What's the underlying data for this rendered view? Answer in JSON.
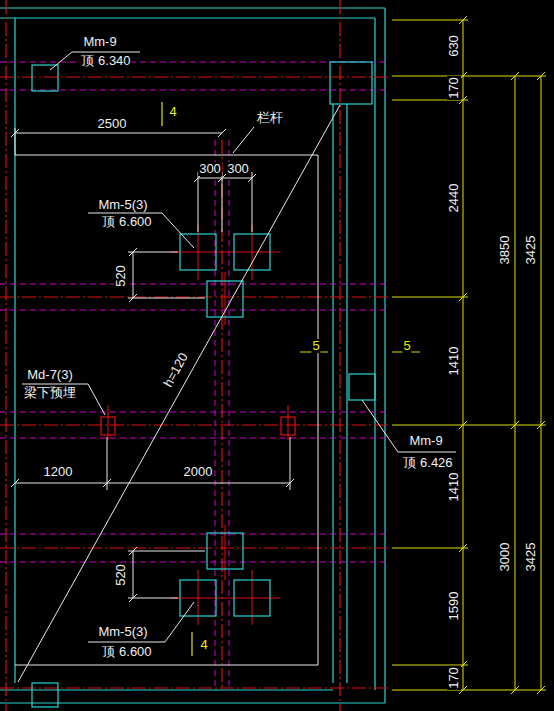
{
  "diagram": {
    "labels": [
      "Mm-9",
      "顶 6.340",
      "4",
      "2500",
      "栏杆",
      "300",
      "300",
      "Mm-5(3)",
      "顶 6.600",
      "520",
      "Md-7(3)",
      "梁下预埋",
      "h=120",
      "5",
      "5",
      "Mm-9",
      "顶 6.426",
      "1200",
      "2000",
      "520",
      "Mm-5(3)",
      "顶 6.600",
      "4",
      "630",
      "170",
      "2440",
      "1410",
      "1410",
      "1590",
      "170",
      "3850",
      "3000",
      "3425",
      "3425"
    ]
  }
}
